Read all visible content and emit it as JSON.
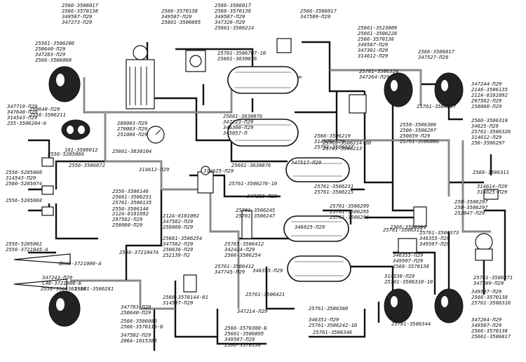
{
  "labels": [
    "2566-3506017",
    "2566-3570138",
    "349507-П29",
    "347273-П29",
    "2566-3570138",
    "349507-П29",
    "25661-3506095",
    "2566-3506017",
    "2566-3570138",
    "349507-П29",
    "347326-П29",
    "25661-3506214",
    "2566-3506017",
    "347509-П29",
    "25661-3523009",
    "25661-3506228",
    "2566-3570138",
    "349507-П29",
    "347381-П29",
    "314612-П29",
    "2566-3506017",
    "347527-П29",
    "25561-3506206",
    "250640-П29",
    "347283-П29",
    "2566-3506060",
    "25761-3506707-10",
    "25661-3830076",
    "25761-3506324",
    "347264-П29",
    "347244-П29",
    "2146-3506135",
    "212А-8101092",
    "297582-П29",
    "258080-П29",
    "250640-П29",
    "2556-3506211",
    "347719-П29",
    "347640-П29",
    "314543-П29",
    "255-3506204-б",
    "288003-П29",
    "270083-П29",
    "251086-П29",
    "25761-3506327",
    "2566-3506310",
    "34625-П29",
    "25761-3506326",
    "314612-П29",
    "250-3506297",
    "161-3509012",
    "2556-3506300",
    "2506-3506297",
    "250659-П29",
    "25761-3506086",
    "2566-3506311",
    "25661-3830076",
    "347223-П29",
    "346300-П29",
    "345057-П",
    "2566-3506219",
    "314536-П29",
    "25761-3506327",
    "25761-3506214-30",
    "25761-3506213",
    "2556-5205066",
    "2556-3506072",
    "314612-П29",
    "25661-3830104",
    "25661-3830076",
    "347517-П29",
    "314625-П29",
    "25761-3506276-10",
    "314614-П29",
    "314625-П29",
    "2556-5205060",
    "314543-П29",
    "2566-5205074",
    "2556-5205068",
    "2556-3506146",
    "25661-3506251",
    "25761-3506135",
    "2556-3506146",
    "25761-3506231",
    "25761-3506215",
    "347355-П29",
    "212А-8101092",
    "297582-П29",
    "258080-П29",
    "25761-3506245",
    "25761-3506247",
    "212А-8101092",
    "347582-П29",
    "258080-П29",
    "25761-3506299",
    "25761-3506295",
    "25761-3506296",
    "25761-3506311",
    "346825-П29",
    "250-3506297",
    "250-3506297",
    "252047-П29",
    "2556-5205062",
    "2556-3721045-А",
    "2556-3721047А",
    "25661-3506254",
    "347582-П29",
    "250636-П29",
    "252139-П2",
    "25761-3506412",
    "342424-П29",
    "2566-3506254",
    "2366-3506301",
    "25761-3506373",
    "346355-П29",
    "349507-П29",
    "ВК40-3721000-А",
    "346355-П29",
    "349507-П29",
    "2566-3570138",
    "347243-П29",
    "С40-3721000-Б",
    "346355-П29",
    "25761-3506412",
    "347745-П29",
    "25761-3506421",
    "25761-3506360",
    "346351-П29",
    "25761-3506242-10",
    "25761-3506371",
    "347309-П29",
    "2556-3506365-10",
    "25661-3506281",
    "314538-П29",
    "25761-3506310-10",
    "2566-3570144-01",
    "314537-П29",
    "347214-П29",
    "25761-3506344",
    "347783-П29",
    "250640-П29",
    "2566-3506086",
    "2566-3570116-Б",
    "347502-П29",
    "206А-1015385",
    "2566-3570308-Б",
    "25661-3506095",
    "349507-П29",
    "2566-3570138",
    "25761-3506346",
    "349507-П29",
    "2566-3570138",
    "25761-3506316",
    "347264-П29",
    "349507-П29",
    "2566-3570138",
    "25661-3506017"
  ]
}
